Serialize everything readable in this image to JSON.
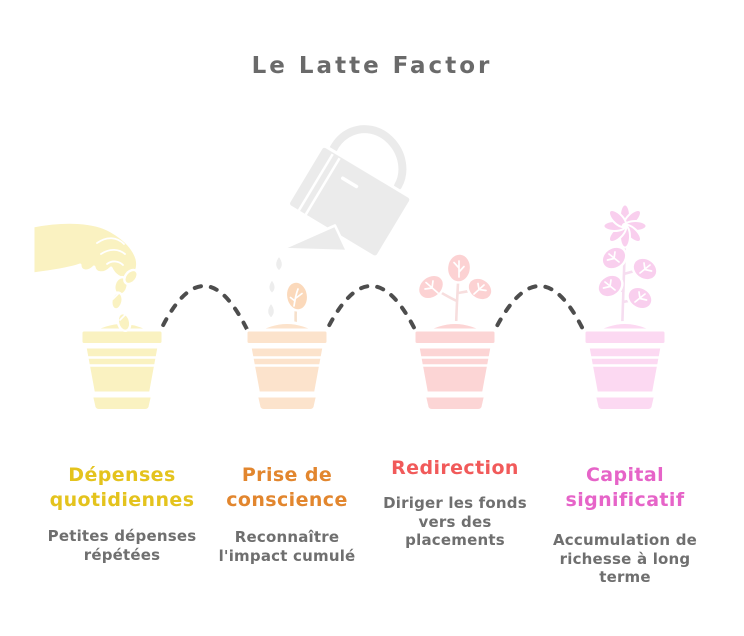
{
  "title": {
    "text": "Le Latte Factor",
    "color": "#6a6a6a"
  },
  "subtitle_text_color": "#6f6f6f",
  "connector": {
    "style": "dashed-arc",
    "count": 3,
    "color": "#4d4d4d"
  },
  "hand_color": "#faf2c1",
  "watering_can_color": "#ebebeb",
  "water_drop_color": "#ededed",
  "stages": [
    {
      "icon": "hand-dropping-seeds-icon",
      "heading_lines": {
        "0": "Dépenses",
        "1": "quotidiennes"
      },
      "heading_color": "#e4c31d",
      "subtitle_lines": {
        "0": "Petites dépenses",
        "1": "répétées"
      },
      "pot_color": "#faf2c1",
      "seed_color": "#faf2c1"
    },
    {
      "icon": "watering-can-sprout-icon",
      "heading_lines": {
        "0": "Prise de",
        "1": "conscience"
      },
      "heading_color": "#e2862e",
      "subtitle_lines": {
        "0": "Reconnaître",
        "1": "l'impact cumulé"
      },
      "pot_color": "#fce3cc",
      "leaf_color": "#fbd9bb"
    },
    {
      "icon": "young-plant-icon",
      "heading_lines": {
        "0": "Redirection"
      },
      "heading_color": "#f15a5a",
      "subtitle_lines": {
        "0": "Diriger les fonds",
        "1": "vers des",
        "2": "placements"
      },
      "pot_color": "#fcd5d5",
      "leaf_color": "#fcd2d3"
    },
    {
      "icon": "flowering-plant-icon",
      "heading_lines": {
        "0": "Capital",
        "1": "significatif"
      },
      "heading_color": "#e664c8",
      "subtitle_lines": {
        "0": "Accumulation de",
        "1": "richesse à long",
        "2": "terme"
      },
      "pot_color": "#fcd9f2",
      "leaf_color": "#f9cfee"
    }
  ]
}
